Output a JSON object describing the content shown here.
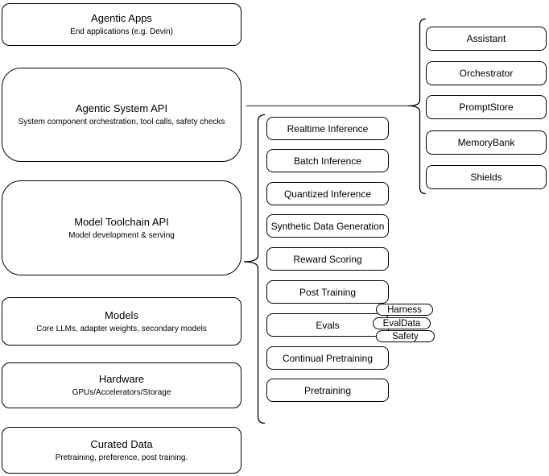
{
  "diagram": {
    "stack": [
      {
        "title": "Agentic Apps",
        "subtitle": "End applications (e.g. Devin)"
      },
      {
        "title": "Agentic System API",
        "subtitle": "System component orchestration, tool calls, safety checks"
      },
      {
        "title": "Model Toolchain API",
        "subtitle": "Model development & serving"
      },
      {
        "title": "Models",
        "subtitle": "Core LLMs, adapter weights, secondary models"
      },
      {
        "title": "Hardware",
        "subtitle": "GPUs/Accelerators/Storage"
      },
      {
        "title": "Curated Data",
        "subtitle": "Pretraining, preference, post training."
      }
    ],
    "toolchain": {
      "services": [
        "Realtime Inference",
        "Batch Inference",
        "Quantized Inference",
        "Synthetic Data Generation",
        "Reward Scoring",
        "Post Training",
        "Evals",
        "Continual Pretraining",
        "Pretraining"
      ],
      "evals_tags": [
        "Harness",
        "EvalData",
        "Safety"
      ]
    },
    "system_components": [
      "Assistant",
      "Orchestrator",
      "PromptStore",
      "MemoryBank",
      "Shields"
    ]
  },
  "colors": {
    "background": "#ffffff",
    "box_border": "#000000",
    "text": "#000000",
    "connector_line": "#666666"
  }
}
